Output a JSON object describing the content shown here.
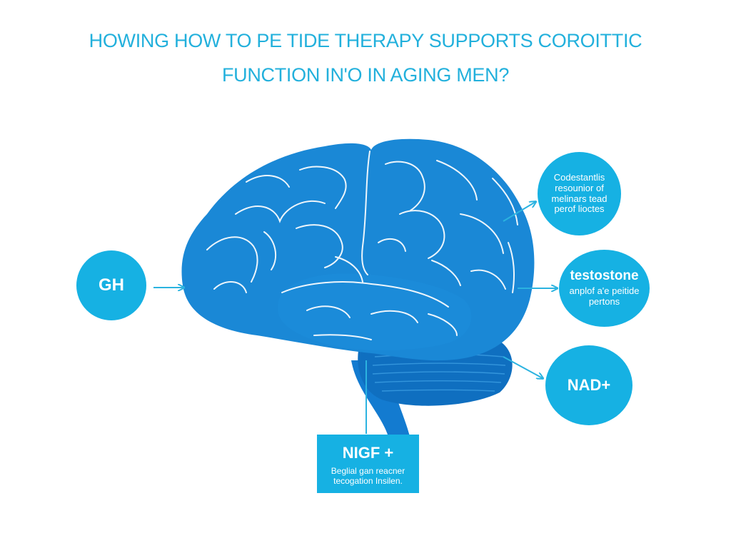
{
  "title": {
    "line1": "HOWING HOW TO PE TIDE THERAPY SUPPORTS COROITTIC",
    "line2": "FUNCTION IN'O IN AGING MEN?"
  },
  "nodes": {
    "gh": {
      "title": "GH"
    },
    "top_right": {
      "text": "Codestantlis resounior of melinars tead perof lioctes"
    },
    "testosterone": {
      "title": "testostone",
      "text": "anplof a'e peitide pertons"
    },
    "nad": {
      "title": "NAD+"
    },
    "nigf": {
      "title": "NIGF +",
      "text": "Beglial gan reacner tecogation Insilen."
    }
  },
  "colors": {
    "accent": "#16b1e3",
    "brain_fill": "#1a88d6",
    "brain_dark": "#0f6fc0",
    "title_text": "#22b0dc",
    "arrow": "#2bb3e0"
  },
  "icons": {
    "brain": "brain-illustration"
  }
}
